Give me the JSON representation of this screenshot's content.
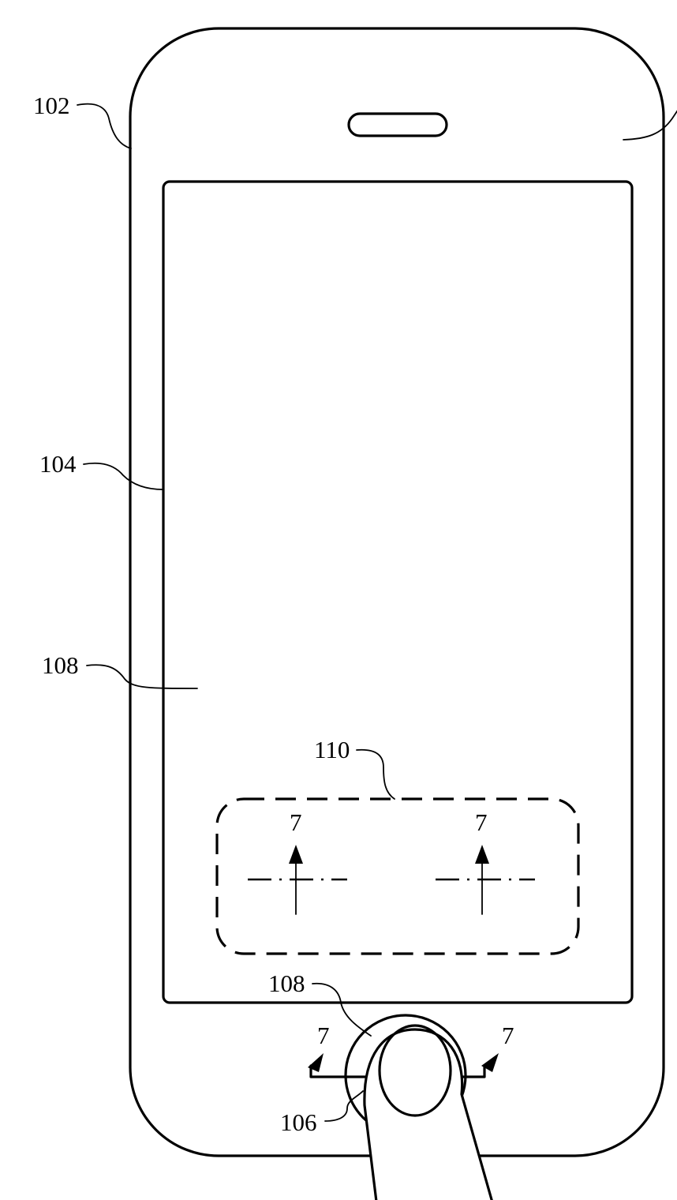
{
  "labels": {
    "l102": "102",
    "l104": "104",
    "l108_left": "108",
    "l110": "110",
    "l108_bottom": "108",
    "l106": "106",
    "section_a_top": "7",
    "section_b_top": "7",
    "section_c": "7",
    "section_d": "7"
  }
}
